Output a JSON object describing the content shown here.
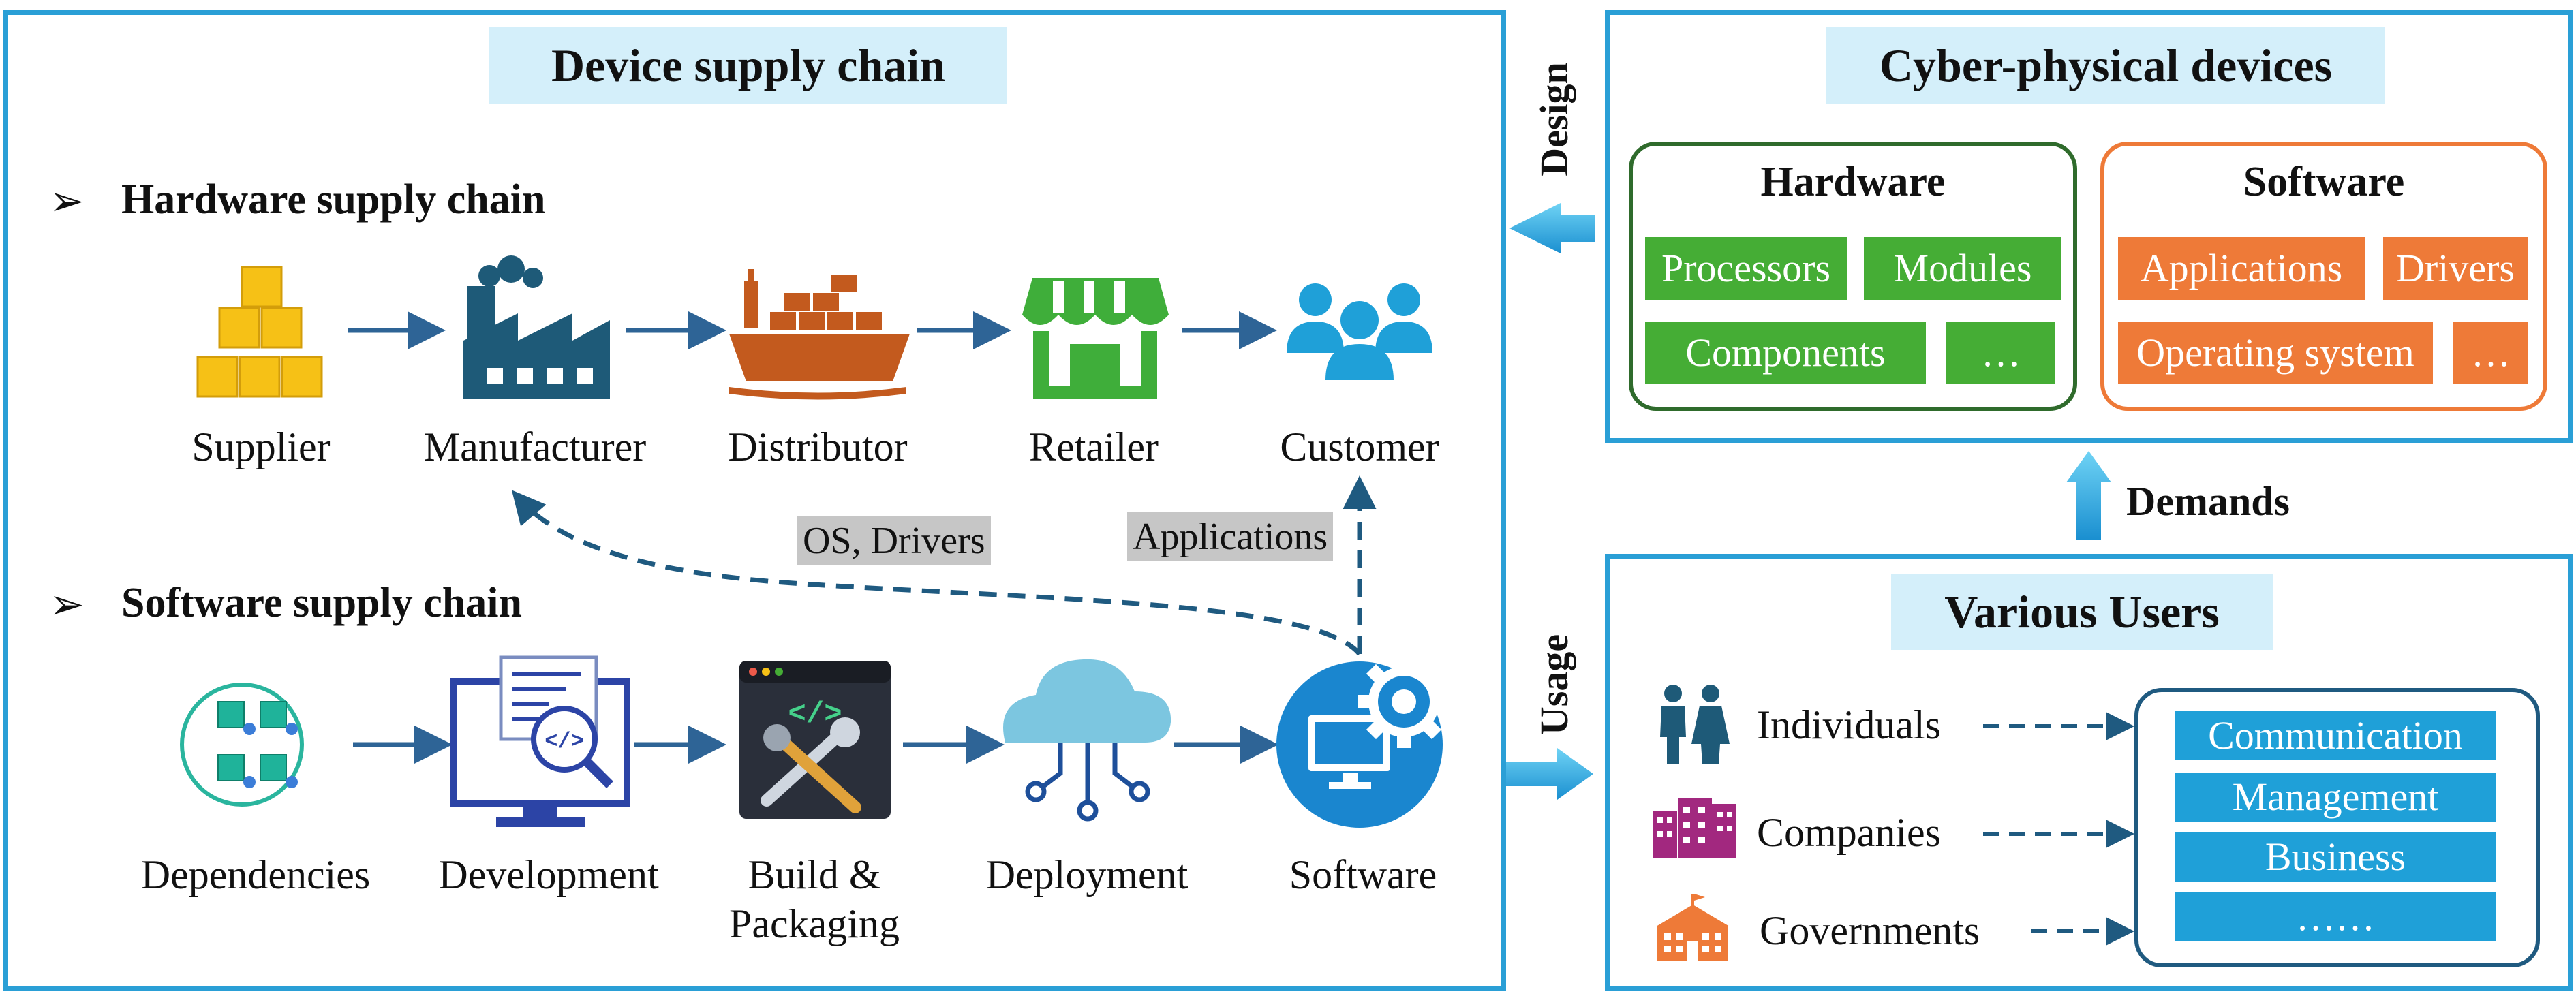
{
  "left_panel": {
    "title": "Device supply chain",
    "hardware_heading": "Hardware supply chain",
    "software_heading": "Software supply chain",
    "bullet": "➢",
    "hardware_nodes": [
      {
        "label": "Supplier",
        "icon": "boxes-icon"
      },
      {
        "label": "Manufacturer",
        "icon": "factory-icon"
      },
      {
        "label": "Distributor",
        "icon": "cargo-ship-icon"
      },
      {
        "label": "Retailer",
        "icon": "storefront-icon"
      },
      {
        "label": "Customer",
        "icon": "people-group-icon"
      }
    ],
    "software_nodes": [
      {
        "label": "Dependencies",
        "icon": "packages-icon"
      },
      {
        "label": "Development",
        "icon": "code-monitor-icon"
      },
      {
        "label_line1": "Build &",
        "label_line2": "Packaging",
        "icon": "build-tools-icon"
      },
      {
        "label": "Deployment",
        "icon": "cloud-network-icon"
      },
      {
        "label": "Software",
        "icon": "monitor-gear-icon"
      }
    ],
    "link_labels": {
      "os_drivers": "OS, Drivers",
      "applications": "Applications"
    }
  },
  "side_arrows": {
    "design": "Design",
    "usage": "Usage",
    "demands": "Demands"
  },
  "devices_panel": {
    "title": "Cyber-physical devices",
    "hardware": {
      "heading": "Hardware",
      "items": [
        "Processors",
        "Modules",
        "Components",
        "…"
      ]
    },
    "software": {
      "heading": "Software",
      "items": [
        "Applications",
        "Drivers",
        "Operating system",
        "…"
      ]
    }
  },
  "users_panel": {
    "title": "Various Users",
    "users": [
      {
        "label": "Individuals",
        "icon": "couple-icon"
      },
      {
        "label": "Companies",
        "icon": "buildings-icon"
      },
      {
        "label": "Governments",
        "icon": "government-building-icon"
      }
    ],
    "usages": [
      "Communication",
      "Management",
      "Business",
      "……"
    ]
  },
  "colors": {
    "panel_border": "#2a9fd6",
    "title_fill": "#d4effa",
    "arrow": "#2e6496",
    "hardware_green": "#45ad35",
    "software_orange": "#ee7a38",
    "usage_blue": "#1fa0d8"
  }
}
